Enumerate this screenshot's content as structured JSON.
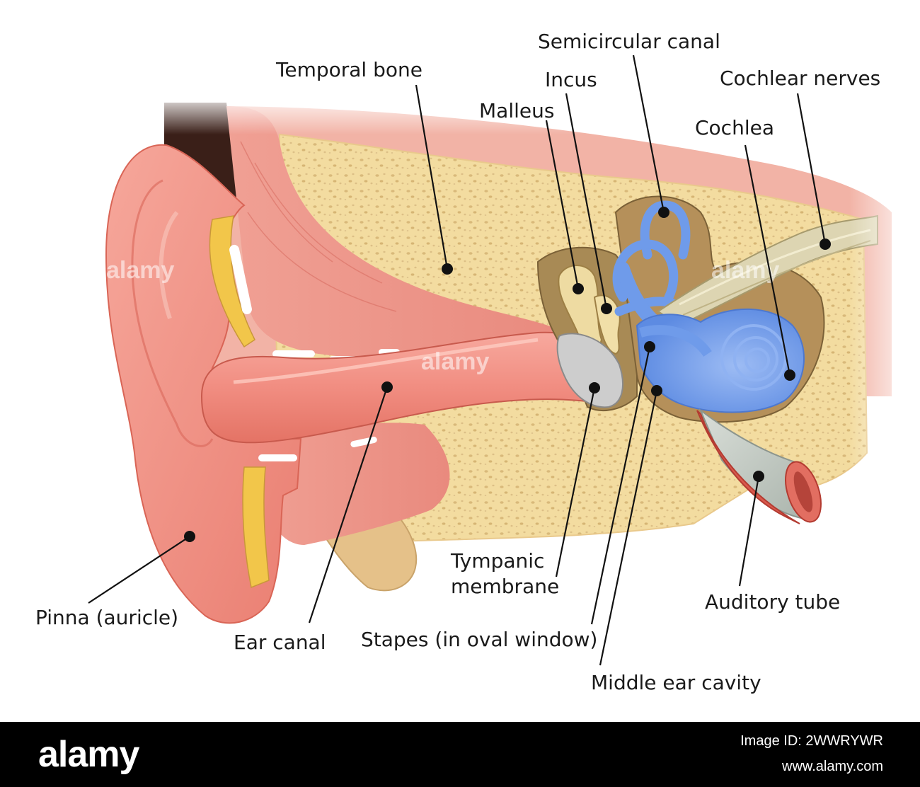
{
  "labels": {
    "temporal_bone": "Temporal bone",
    "semicircular_canal": "Semicircular canal",
    "incus": "Incus",
    "malleus": "Malleus",
    "cochlear_nerves": "Cochlear nerves",
    "cochlea": "Cochlea",
    "tympanic_membrane_1": "Tympanic",
    "tympanic_membrane_2": "membrane",
    "auditory_tube": "Auditory tube",
    "pinna": "Pinna (auricle)",
    "ear_canal": "Ear canal",
    "stapes": "Stapes (in oval window)",
    "middle_ear_cavity": "Middle ear cavity"
  },
  "watermark": "alamy",
  "footer": {
    "logo": "alamy",
    "image_id": "Image ID: 2WWRYWR",
    "site": "www.alamy.com"
  },
  "colors": {
    "skin": "#f08a80",
    "bone": "#f3dca0",
    "inner_ear": "#6f9bea",
    "tympanic": "#c9c9c9",
    "hair": "#3a1f18"
  }
}
